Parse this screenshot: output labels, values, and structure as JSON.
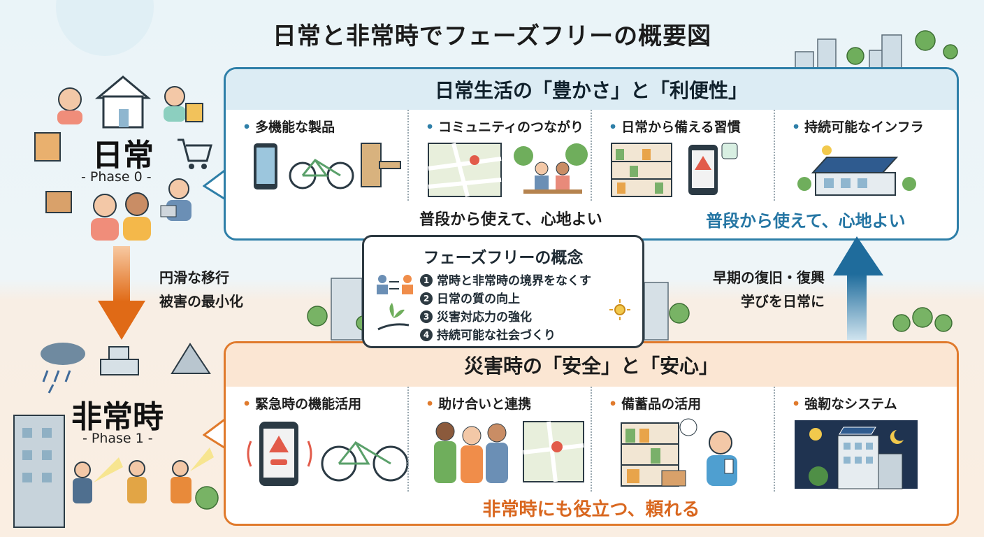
{
  "title": "日常と非常時でフェーズフリーの概要図",
  "daily": {
    "label": "日常",
    "phase": "- Phase 0 -",
    "panel_title": "日常生活の「豊かさ」と「利便性」",
    "items": [
      {
        "label": "多機能な製品",
        "icons": [
          "smartphone-icon",
          "bicycle-icon",
          "furniture-icon"
        ]
      },
      {
        "label": "コミュニティのつながり",
        "icons": [
          "map-icon",
          "people-in-park-icon"
        ]
      },
      {
        "label": "日常から備える習慣",
        "icons": [
          "pantry-shelf-icon",
          "phone-alert-icon"
        ]
      },
      {
        "label": "持続可能なインフラ",
        "icons": [
          "solar-house-icon"
        ]
      }
    ],
    "footer_left": "普段から使えて、心地よい",
    "footer_right": "普段から使えて、心地よい"
  },
  "emergency": {
    "label": "非常時",
    "phase": "- Phase 1 -",
    "panel_title": "災害時の「安全」と「安心」",
    "items": [
      {
        "label": "緊急時の機能活用",
        "icons": [
          "phone-alert-icon",
          "bicycle-icon"
        ]
      },
      {
        "label": "助け合いと連携",
        "icons": [
          "helping-people-icon",
          "map-icon"
        ]
      },
      {
        "label": "備蓄品の活用",
        "icons": [
          "stockpile-shelf-icon",
          "person-with-drink-icon"
        ]
      },
      {
        "label": "強靭なシステム",
        "icons": [
          "solar-building-night-icon"
        ]
      }
    ],
    "footer": "非常時にも役立つ、頼れる"
  },
  "concept": {
    "title": "フェーズフリーの概念",
    "points": [
      "常時と非常時の境界をなくす",
      "日常の質の向上",
      "災害対応力の強化",
      "持続可能な社会づくり"
    ],
    "numbers": [
      "1",
      "2",
      "3",
      "4"
    ]
  },
  "transition_down": [
    "円滑な移行",
    "被害の最小化"
  ],
  "transition_up": [
    "早期の復旧・復興",
    "学びを日常に"
  ],
  "colors": {
    "daily": "#2e7fa8",
    "emergency": "#e07a2c",
    "daily_bg": "#dcecf4",
    "emergency_bg": "#fbe6d3"
  }
}
